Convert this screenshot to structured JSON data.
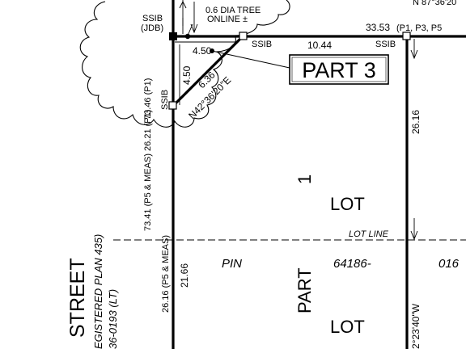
{
  "annotations": {
    "ssib_jdb_1": "SSIB",
    "ssib_jdb_2": "(JDB)",
    "tree_1": "0.6 DIA TREE",
    "tree_2": "ONLINE ±",
    "corner_len": "4.50",
    "ssib_top_mid": "SSIB",
    "top_len": "10.44",
    "ssib_top_right": "SSIB",
    "top_total": "33.53",
    "top_ref": "(P1, P3, P5",
    "bearing_top": "N 87°36'20",
    "part3": "PART 3",
    "diag_len": "6.36",
    "diag_bearing": "N42°36'20\"E",
    "left_len": "4.50",
    "ssib_left": "SSIB",
    "left_upper": "73.46 (P1)",
    "left_mid": "73.41 (P5 & MEAS) 26.21 (P1)",
    "left_lower": "26.16 (P5 & MEAS)",
    "left_dim": "21.66",
    "right_dim": "26.16",
    "part1_top": "1",
    "lot_upper": "LOT",
    "lot_line": "LOT LINE",
    "pin": "PIN",
    "part1_bottom": "PART",
    "pin_number": "64186-",
    "pin_suffix": "016",
    "lot_lower": "LOT",
    "right_bearing": "2°23'40\"W",
    "street": "STREET",
    "reg_plan": "EGISTERED PLAN 435)",
    "pin_lt": "36-0193 (LT)"
  }
}
